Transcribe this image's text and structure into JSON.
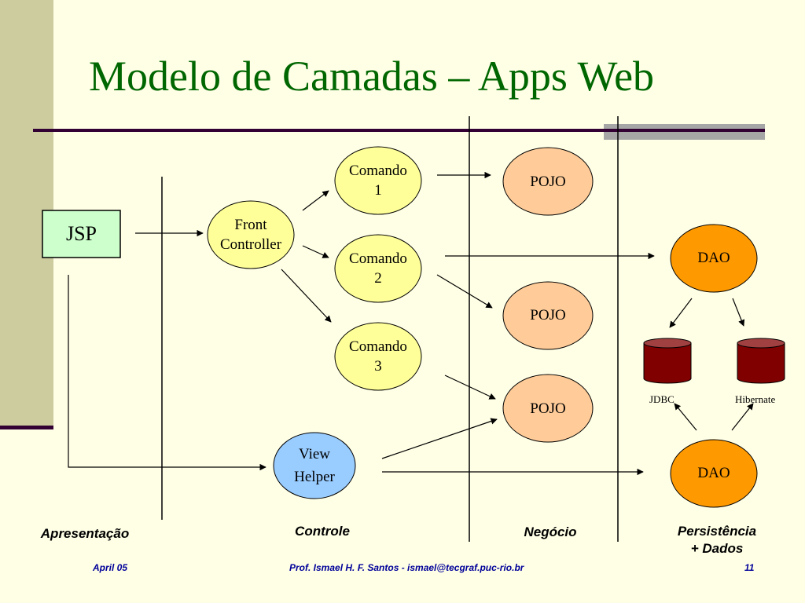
{
  "slide": {
    "title": "Modelo de Camadas – Apps Web",
    "colors": {
      "title": "#006600",
      "background": "#ffffe6",
      "sidebar": "#cccc9e",
      "footer": "#000099"
    }
  },
  "nodes": {
    "jsp": "JSP",
    "front_controller": "Front\nController",
    "comando1": "Comando\n1",
    "comando2": "Comando\n2",
    "comando3": "Comando\n3",
    "pojo1": "POJO",
    "pojo2": "POJO",
    "pojo3": "POJO",
    "dao1": "DAO",
    "dao2": "DAO",
    "view_helper": "View\nHelper",
    "jdbc": "JDBC",
    "hibernate": "Hibernate"
  },
  "node_colors": {
    "jsp": "#ccffcc",
    "front_controller": "#ffff99",
    "comando": "#ffff99",
    "pojo": "#ffcc99",
    "dao": "#ff9900",
    "view_helper": "#99ccff",
    "database": "#800000"
  },
  "layers": {
    "apresentacao": "Apresentação",
    "controle": "Controle",
    "negocio": "Negócio",
    "persistencia": "Persistência\n+ Dados"
  },
  "footer": {
    "date": "April 05",
    "author": "Prof. Ismael H. F. Santos -  ismael@tecgraf.puc-rio.br",
    "page": "11"
  }
}
